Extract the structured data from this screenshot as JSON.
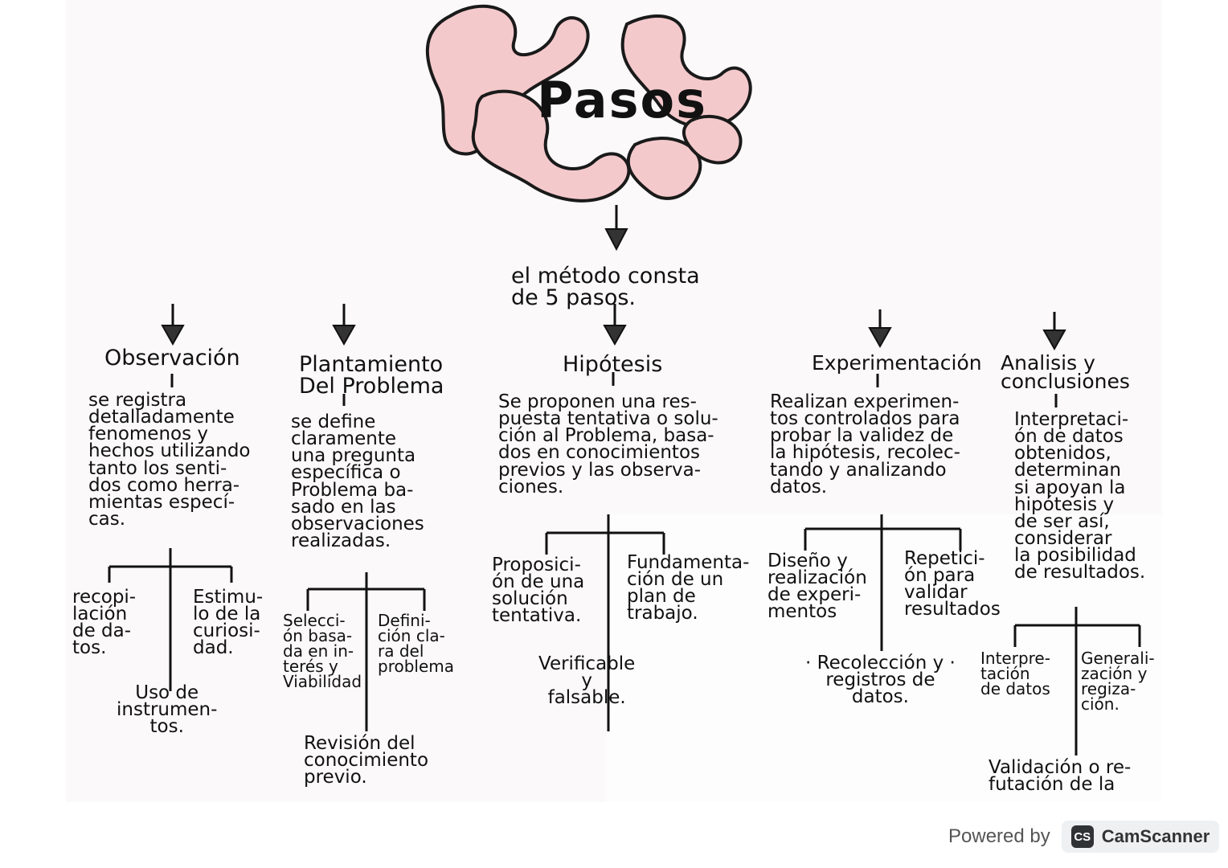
{
  "title": "Pasos",
  "intro": "el método consta\nde 5 pasos.",
  "steps": [
    {
      "heading": "Observación",
      "description": "se registra\ndetalladamente\nfenomenos y\nhechos utilizando\ntanto los senti-\ndos como herra-\nmientas especí-\ncas.",
      "items": [
        "recopi-\nlación\nde da-\ntos.",
        "Estimu-\nlo de la\ncuriosi-\ndad.",
        "Uso de\ninstrumen-\ntos."
      ]
    },
    {
      "heading": "Plantamiento\nDel Problema",
      "description": "se define\nclaramente\nuna pregunta\nespecífica o\nProblema ba-\nsado en las\nobservaciones\nrealizadas.",
      "items": [
        "Selecci-\nón basa-\nda en in-\nterés y\nViabilidad",
        "Defini-\nción cla-\nra del\nproblema",
        "Revisión del\nconocimiento\nprevio."
      ]
    },
    {
      "heading": "Hipótesis",
      "description": "Se proponen una res-\npuesta tentativa o solu-\nción al Problema, basa-\ndos en conocimientos\nprevios y las observa-\nciones.",
      "items": [
        "Proposici-\nón de una\nsolución\ntentativa.",
        "Fundamenta-\nción de un\nplan de\ntrabajo.",
        "Verificable\ny\nfalsable."
      ]
    },
    {
      "heading": "Experimentación",
      "description": "Realizan experimen-\ntos controlados para\nprobar la validez de\nla hipótesis, recolec-\ntando y analizando\ndatos.",
      "items": [
        "Diseño y\nrealización\nde experi-\nmentos",
        "Repetici-\nón para\nvalidar\nresultados",
        "· Recolección y ·\nregistros de\ndatos."
      ]
    },
    {
      "heading": "Analisis y\nconclusiones",
      "description": "Interpretaci-\nón de datos\nobtenidos,\ndeterminan\nsi apoyan la\nhipótesis y\nde ser así,\nconsiderar\nla posibilidad\nde resultados.",
      "items": [
        "Interpre-\ntación\nde datos",
        "Generali-\nzación y\nregiza-\nción.",
        "Validación o re-\nfutación de la"
      ]
    }
  ],
  "watermark": {
    "powered_by": "Powered by",
    "logo_text": "CS",
    "brand": "CamScanner"
  },
  "colors": {
    "blob_fill": "#f4c9cc",
    "blob_stroke": "#1a1a1a",
    "ink": "#111111"
  }
}
